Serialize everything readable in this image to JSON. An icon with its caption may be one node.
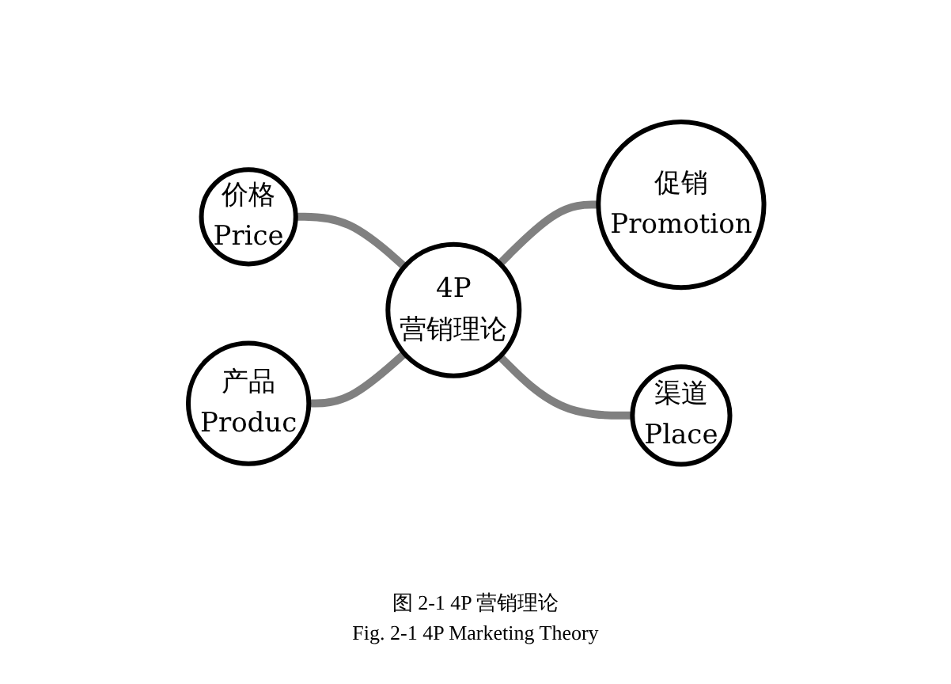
{
  "diagram": {
    "caption": "图 2-1 4P 营销理论",
    "nodes": [
      {
        "text": [
          "4P",
          "营销理论"
        ]
      },
      {
        "text": [
          "价格",
          "Price"
        ]
      },
      {
        "text": [
          "产品",
          "Produc"
        ]
      },
      {
        "text": [
          "促销",
          "Promotion"
        ]
      },
      {
        "text": [
          "渠道",
          "Place"
        ]
      }
    ],
    "edges": [
      {
        "from": 1,
        "to": 0,
        "arrow": "none"
      },
      {
        "from": 2,
        "to": 0,
        "arrow": "none"
      },
      {
        "from": 0,
        "to": 3,
        "arrow": "none"
      },
      {
        "from": 0,
        "to": 4,
        "arrow": "none"
      }
    ],
    "labels": [
      "Fig. 2-1 4P Marketing Theory"
    ]
  }
}
